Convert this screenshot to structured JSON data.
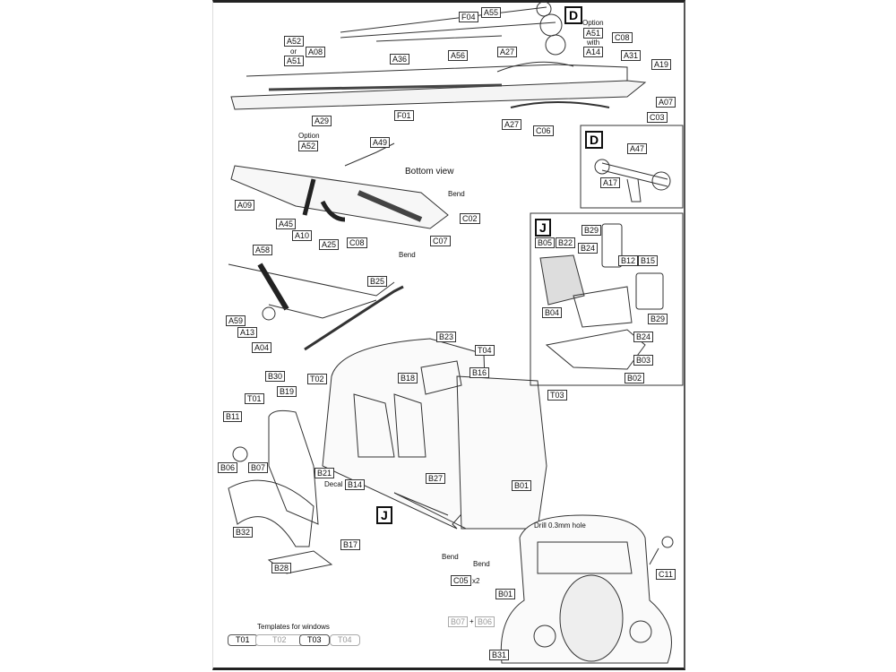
{
  "frame_step": {
    "labels": [
      "F04",
      "A55",
      "A52",
      "or",
      "A51",
      "A08",
      "A36",
      "A56",
      "A27",
      "Option",
      "A51",
      "with",
      "A14",
      "C08",
      "A31",
      "A19",
      "A07",
      "C03",
      "A29",
      "F01",
      "A27",
      "C06"
    ],
    "callout": "D"
  },
  "detail_d": {
    "title": "D",
    "labels": [
      "A47",
      "A17"
    ]
  },
  "bottom_step": {
    "labels": [
      "Option",
      "A52",
      "A49",
      "Bend",
      "C02",
      "A09",
      "A45",
      "A10",
      "A25",
      "C08",
      "C07",
      "Bend"
    ],
    "title": "Bottom view"
  },
  "suspension_step": {
    "labels": [
      "A58",
      "B25",
      "A59",
      "A13",
      "A04"
    ]
  },
  "detail_j": {
    "title": "J",
    "labels": [
      "B29",
      "B05",
      "B22",
      "B24",
      "B12",
      "B15",
      "B04",
      "B29",
      "B24",
      "B03",
      "B02"
    ]
  },
  "cab_step": {
    "labels": [
      "B23",
      "T04",
      "B30",
      "T02",
      "B18",
      "B16",
      "B19",
      "T03",
      "T01",
      "B11",
      "B06",
      "B07",
      "B21",
      "Decal",
      "B14",
      "B27",
      "B01",
      "B32",
      "B17",
      "B28"
    ],
    "callout": "J"
  },
  "front_step": {
    "labels": [
      "Drill 0.3mm hole",
      "Bend",
      "Bend",
      "C05",
      "x2",
      "C11",
      "B01",
      "B07",
      "+",
      "B06",
      "B31"
    ]
  },
  "templates": {
    "title": "Templates for windows",
    "items": [
      "T01",
      "T02",
      "T03",
      "T04"
    ]
  }
}
